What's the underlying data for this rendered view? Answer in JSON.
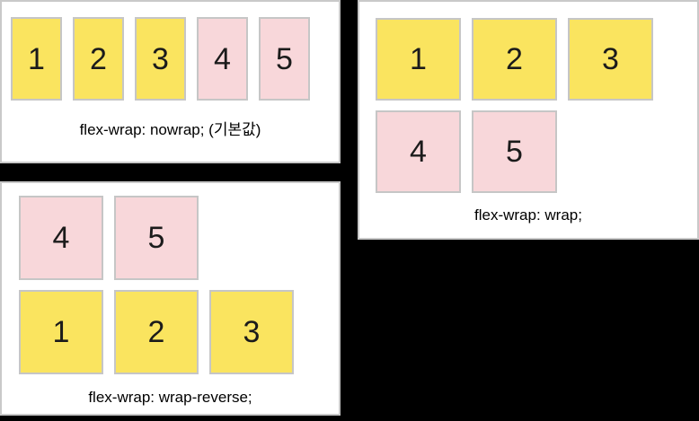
{
  "page": {
    "description": "CSS flex-wrap property comparison diagram",
    "background_color": "#000000"
  },
  "colors": {
    "panel_background": "#FFFFFF",
    "panel_border": "#C9C9C9",
    "box_border": "#C6C6C6",
    "yellow_box": "#FAE45F",
    "pink_box": "#F8D7DA",
    "number_text": "#1B1B1B",
    "caption_text": "#000000"
  },
  "panels": [
    {
      "name": "nowrap",
      "caption": "flex-wrap: nowrap; (기본값)",
      "rows": [
        {
          "items": [
            {
              "label": "1",
              "variant": "yellow"
            },
            {
              "label": "2",
              "variant": "yellow"
            },
            {
              "label": "3",
              "variant": "yellow"
            },
            {
              "label": "4",
              "variant": "pink"
            },
            {
              "label": "5",
              "variant": "pink"
            }
          ]
        }
      ]
    },
    {
      "name": "wrap",
      "caption": "flex-wrap: wrap;",
      "rows": [
        {
          "items": [
            {
              "label": "1",
              "variant": "yellow"
            },
            {
              "label": "2",
              "variant": "yellow"
            },
            {
              "label": "3",
              "variant": "yellow"
            }
          ]
        },
        {
          "items": [
            {
              "label": "4",
              "variant": "pink"
            },
            {
              "label": "5",
              "variant": "pink"
            }
          ]
        }
      ]
    },
    {
      "name": "wrap-reverse",
      "caption": "flex-wrap: wrap-reverse;",
      "rows": [
        {
          "items": [
            {
              "label": "4",
              "variant": "pink"
            },
            {
              "label": "5",
              "variant": "pink"
            }
          ]
        },
        {
          "items": [
            {
              "label": "1",
              "variant": "yellow"
            },
            {
              "label": "2",
              "variant": "yellow"
            },
            {
              "label": "3",
              "variant": "yellow"
            }
          ]
        }
      ]
    }
  ]
}
